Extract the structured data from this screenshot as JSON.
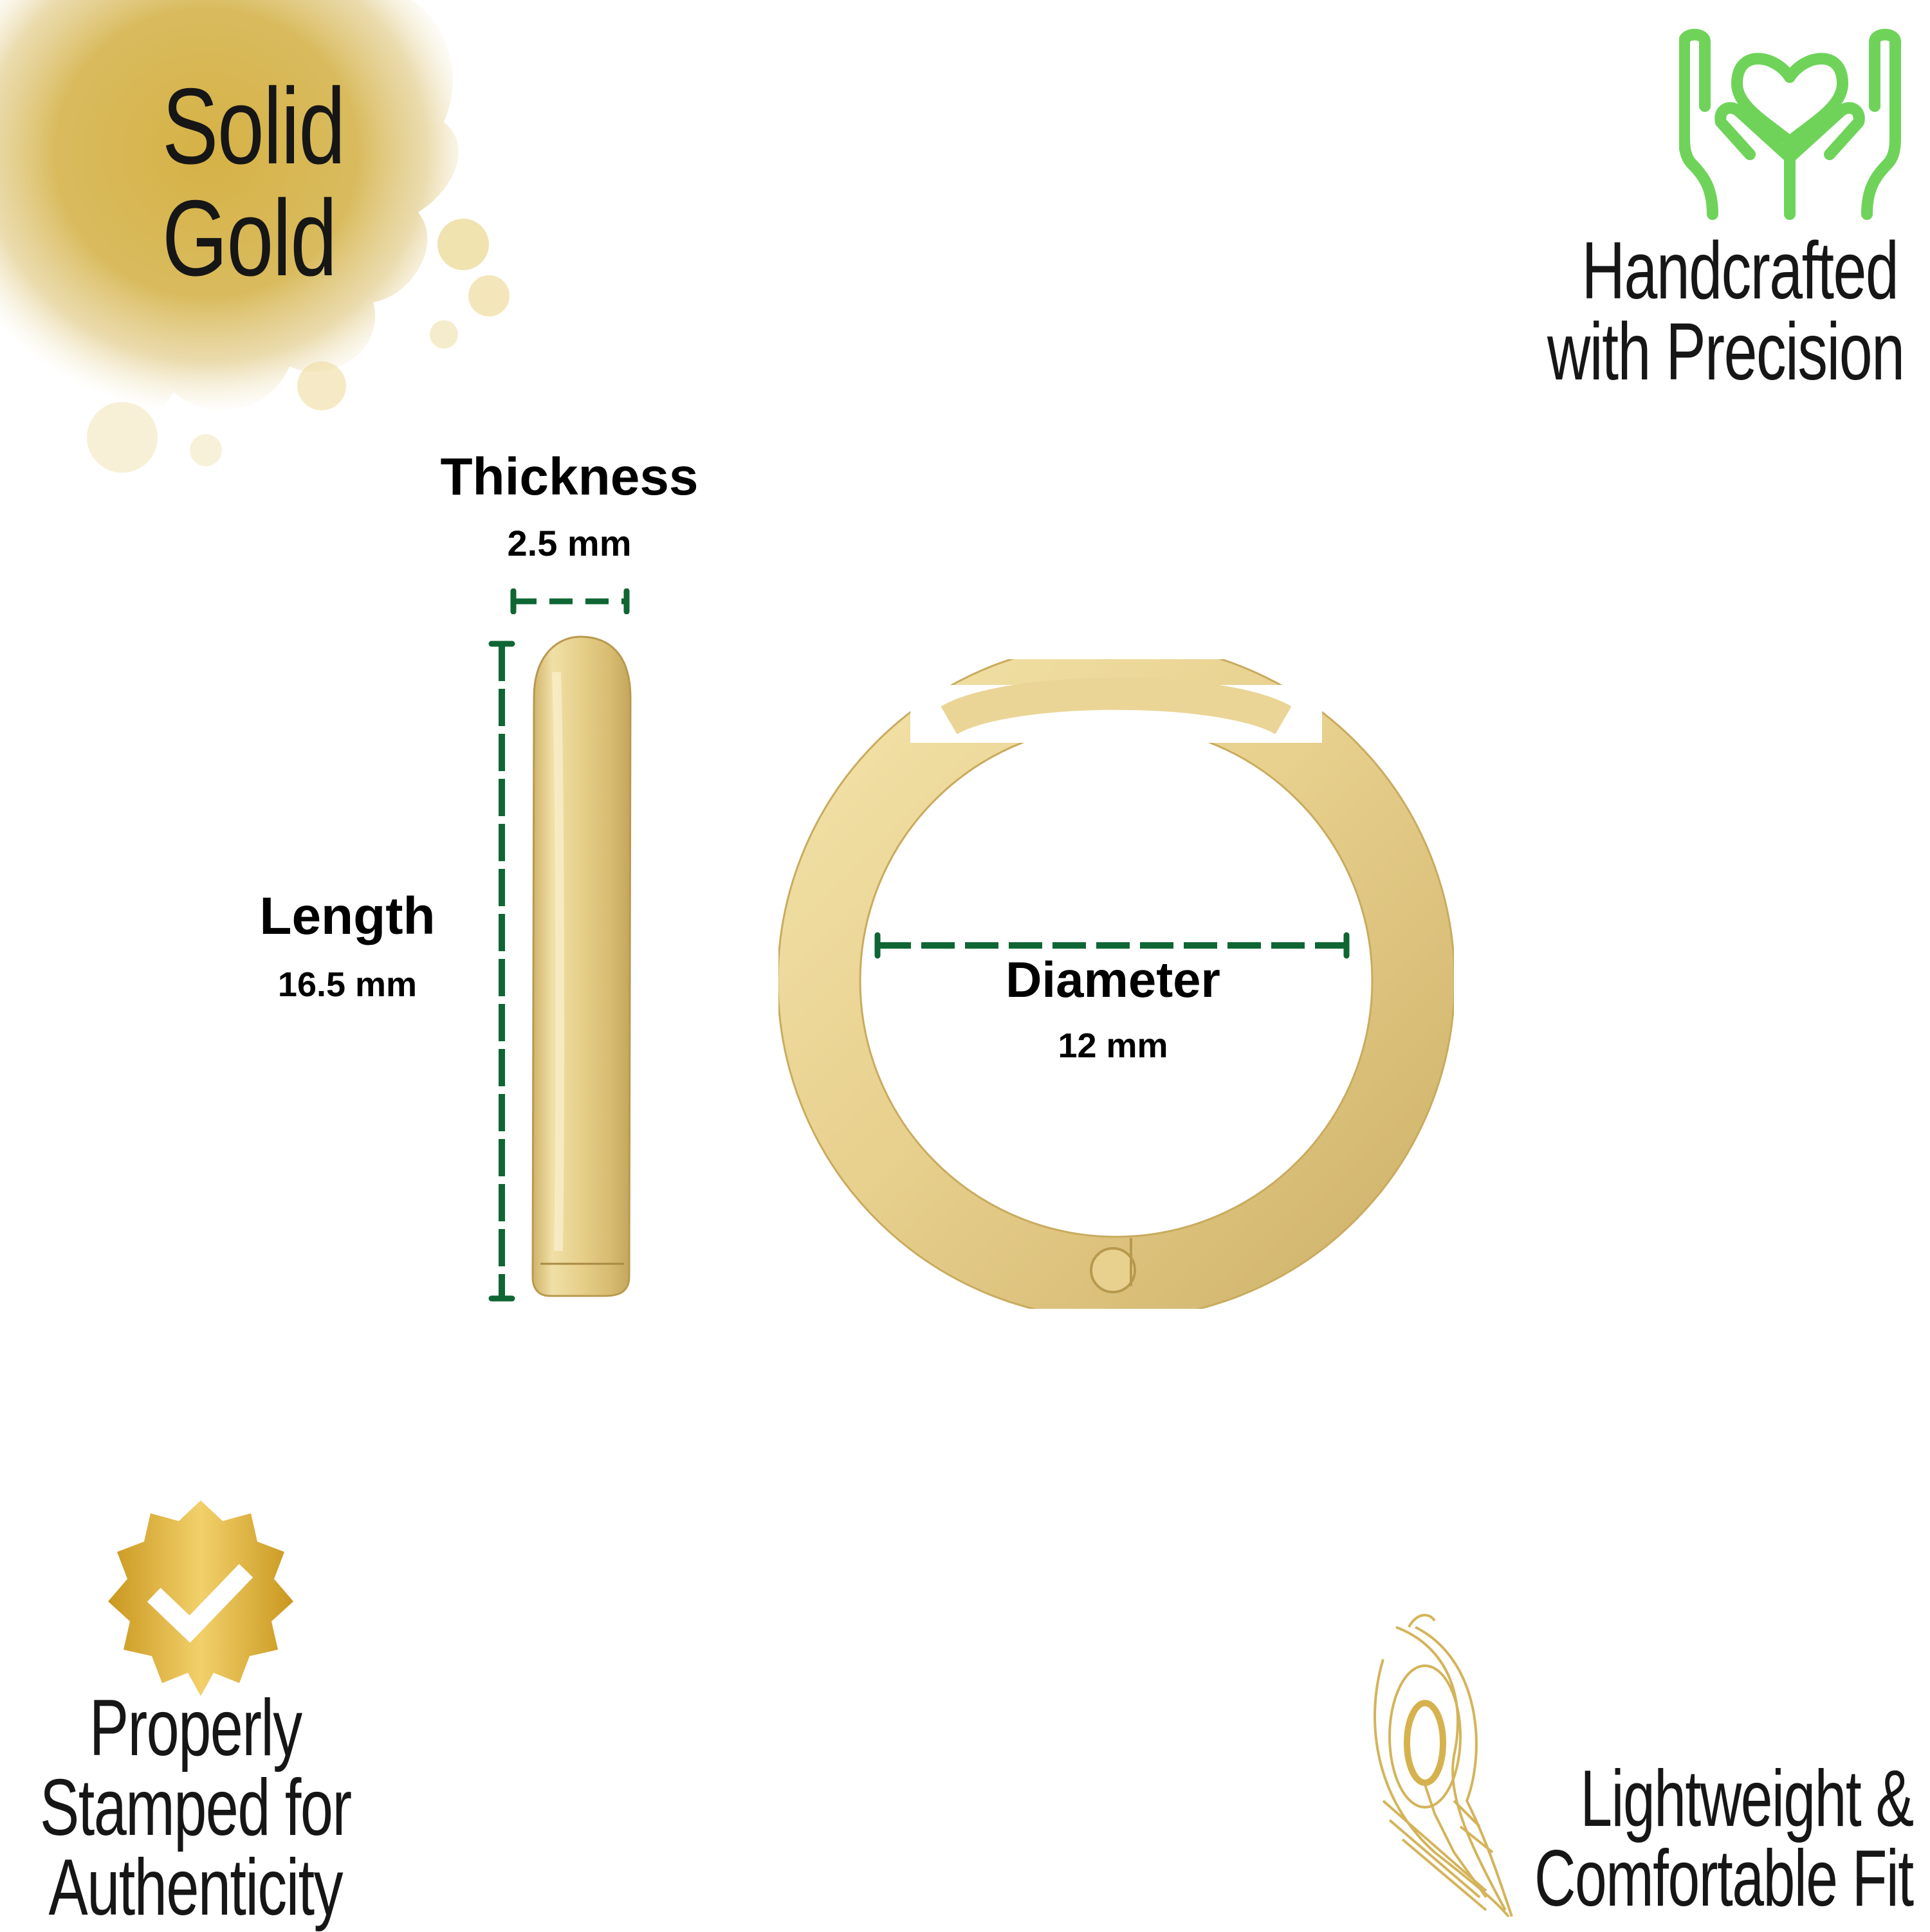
{
  "features": {
    "solid_gold": {
      "line1": "Solid",
      "line2": "Gold",
      "icon": "gold-paint-splash"
    },
    "handcrafted": {
      "line1": "Handcrafted",
      "line2": "with Precision",
      "icon": "hands-heart-icon"
    },
    "stamped": {
      "line1": "Properly",
      "line2": "Stamped for",
      "line3": "Authenticity",
      "icon": "verified-badge-icon"
    },
    "lightweight": {
      "line1": "Lightweight &",
      "line2": "Comfortable Fit",
      "icon": "peacock-feather-icon"
    }
  },
  "dimensions": {
    "thickness": {
      "label": "Thickness",
      "value": "2.5 mm"
    },
    "length": {
      "label": "Length",
      "value": "16.5 mm"
    },
    "diameter": {
      "label": "Diameter",
      "value": "12 mm"
    }
  },
  "colors": {
    "dimension_line": "#0f6634",
    "gold": "#e3cb84",
    "gold_dark": "#c9a94f",
    "badge_gold": "#d8ad3a",
    "hands_green": "#6fd35a",
    "text": "#161616"
  }
}
